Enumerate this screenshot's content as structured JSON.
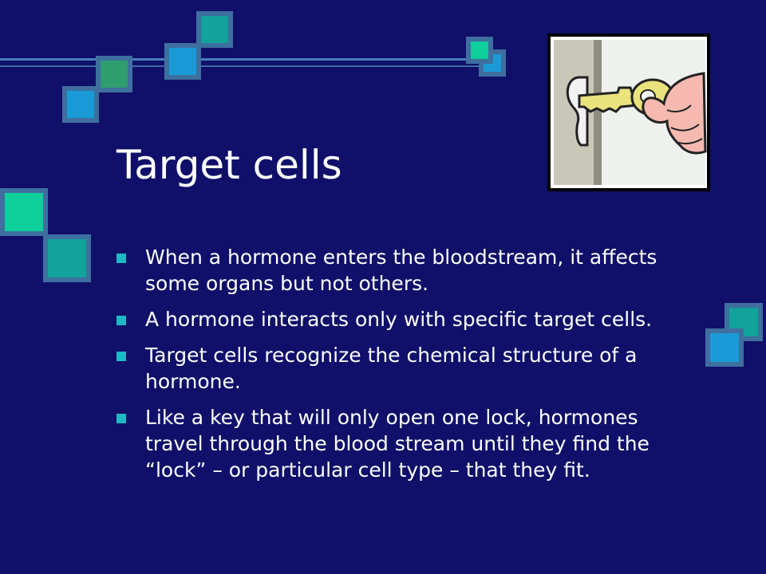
{
  "slide": {
    "title": "Target cells",
    "bullets": [
      "When a hormone enters the bloodstream, it affects some organs but not others.",
      "A hormone interacts only with specific target cells.",
      "Target cells recognize the chemical structure of a hormone.",
      "Like a key that will only open one lock, hormones travel through the blood stream until they find the “lock” – or particular cell type – that they fit."
    ],
    "clipart_icon": "key-in-lock-icon"
  },
  "colors": {
    "background": "#10106a",
    "bullet_marker": "#1fb8c4",
    "text": "#ffffff",
    "accent_blue": "#1a9bd7",
    "accent_teal": "#12a39a",
    "accent_green": "#2e9e6e"
  }
}
